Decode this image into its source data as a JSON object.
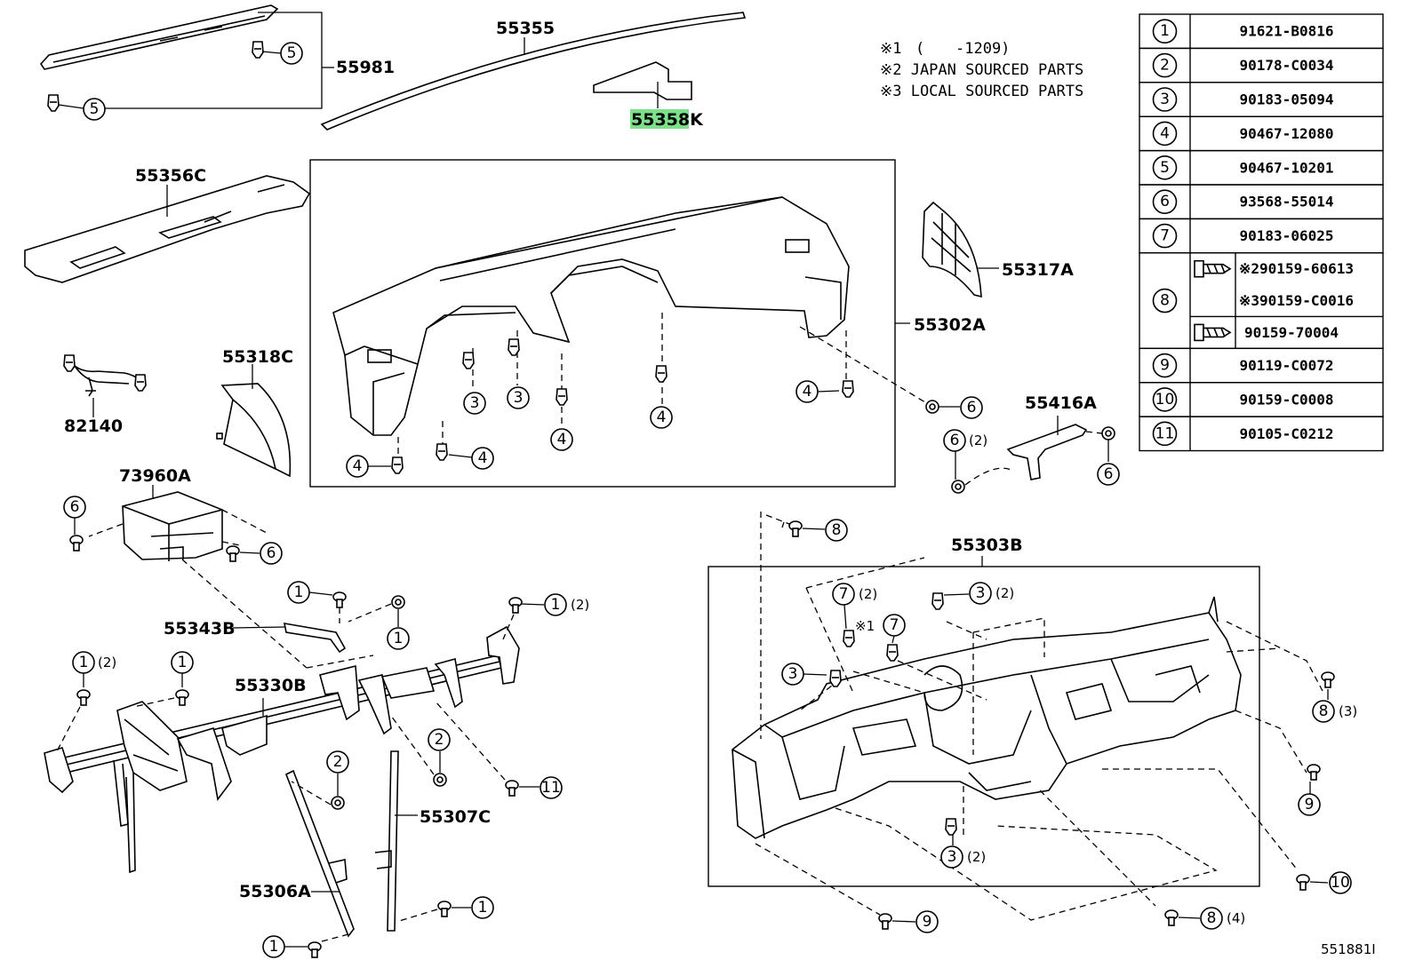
{
  "labels": {
    "p55981": "55981",
    "p55355": "55355",
    "p55358K": "55358K",
    "p55356C": "55356C",
    "p55317A": "55317A",
    "p55302A": "55302A",
    "p55318C": "55318C",
    "p82140": "82140",
    "p73960A": "73960A",
    "p55416A": "55416A",
    "p55343B": "55343B",
    "p55330B": "55330B",
    "p55303B": "55303B",
    "p55307C": "55307C",
    "p55306A": "55306A"
  },
  "highlight_color": "#7fe08a",
  "notes": {
    "n1_mark": "※1",
    "n1_open": "(",
    "n1_close": "-1209)",
    "n2": "※2 JAPAN SOURCED PARTS",
    "n3": "※3 LOCAL SOURCED PARTS"
  },
  "callout_text": {
    "c1": "1",
    "c2": "2",
    "c3": "3",
    "c4": "4",
    "c5": "5",
    "c6": "6",
    "c7": "7",
    "c8": "8",
    "c9": "9",
    "c10": "10",
    "c11": "11",
    "q2": "(2)",
    "q3": "(3)",
    "q4": "(4)",
    "mark1": "※1"
  },
  "table": [
    {
      "num": "1",
      "part": "91621-B0816"
    },
    {
      "num": "2",
      "part": "90178-C0034"
    },
    {
      "num": "3",
      "part": "90183-05094"
    },
    {
      "num": "4",
      "part": "90467-12080"
    },
    {
      "num": "5",
      "part": "90467-10201"
    },
    {
      "num": "6",
      "part": "93568-55014"
    },
    {
      "num": "7",
      "part": "90183-06025"
    },
    {
      "num": "8",
      "sub": [
        {
          "mark": "※2",
          "part": "90159-60613"
        },
        {
          "mark": "※3",
          "part": "90159-C0016"
        },
        {
          "mark": "",
          "part": "90159-70004"
        }
      ]
    },
    {
      "num": "9",
      "part": "90119-C0072"
    },
    {
      "num": "10",
      "part": "90159-C0008"
    },
    {
      "num": "11",
      "part": "90105-C0212"
    }
  ],
  "ref_code": "551881I"
}
